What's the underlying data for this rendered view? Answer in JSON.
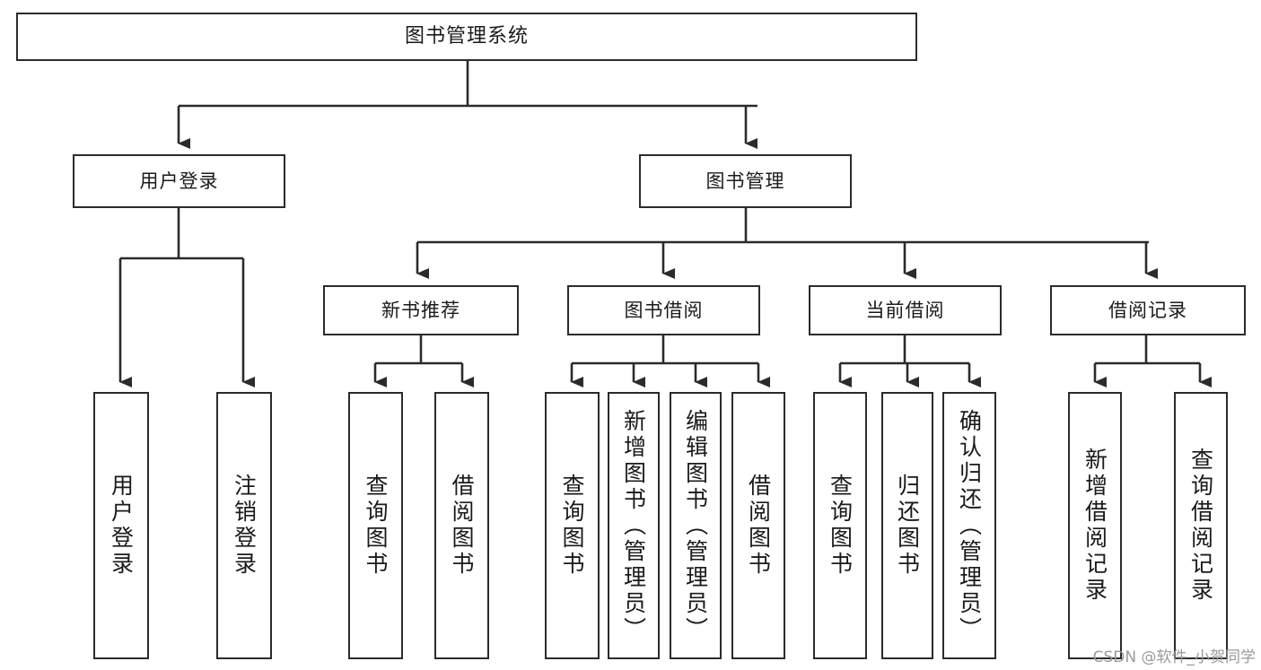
{
  "diagram": {
    "title": "图书管理系统",
    "type": "tree-hierarchy",
    "orientation": "top-down",
    "line_color": "#2b2b2b",
    "box_fill": "#ffffff",
    "text_color": "#1a1a1a",
    "root": {
      "label": "图书管理系统",
      "id": "root-library-management-system"
    },
    "level2": [
      {
        "id": "user-login",
        "label": "用户登录"
      },
      {
        "id": "book-management",
        "label": "图书管理"
      }
    ],
    "level3": [
      {
        "id": "new-book-recommend",
        "label": "新书推荐",
        "parent": "book-management"
      },
      {
        "id": "book-borrow",
        "label": "图书借阅",
        "parent": "book-management"
      },
      {
        "id": "current-borrow",
        "label": "当前借阅",
        "parent": "book-management"
      },
      {
        "id": "borrow-record",
        "label": "借阅记录",
        "parent": "book-management"
      }
    ],
    "leaves": [
      {
        "id": "leaf-user-login",
        "label": "用户登录",
        "parent": "user-login"
      },
      {
        "id": "leaf-logout",
        "label": "注销登录",
        "parent": "user-login"
      },
      {
        "id": "leaf-query-book-1",
        "label": "查询图书",
        "parent": "new-book-recommend"
      },
      {
        "id": "leaf-borrow-book-1",
        "label": "借阅图书",
        "parent": "new-book-recommend"
      },
      {
        "id": "leaf-query-book-2",
        "label": "查询图书",
        "parent": "book-borrow"
      },
      {
        "id": "leaf-add-book",
        "label": "新增图书（管理员）",
        "parent": "book-borrow"
      },
      {
        "id": "leaf-edit-book",
        "label": "编辑图书（管理员）",
        "parent": "book-borrow"
      },
      {
        "id": "leaf-borrow-book-2",
        "label": "借阅图书",
        "parent": "book-borrow"
      },
      {
        "id": "leaf-query-book-3",
        "label": "查询图书",
        "parent": "current-borrow"
      },
      {
        "id": "leaf-return-book",
        "label": "归还图书",
        "parent": "current-borrow"
      },
      {
        "id": "leaf-confirm-return",
        "label": "确认归还（管理员）",
        "parent": "current-borrow"
      },
      {
        "id": "leaf-add-record",
        "label": "新增借阅记录",
        "parent": "borrow-record"
      },
      {
        "id": "leaf-query-record",
        "label": "查询借阅记录",
        "parent": "borrow-record"
      }
    ]
  },
  "watermark": {
    "text": "CSDN @软件_小贺同学"
  }
}
